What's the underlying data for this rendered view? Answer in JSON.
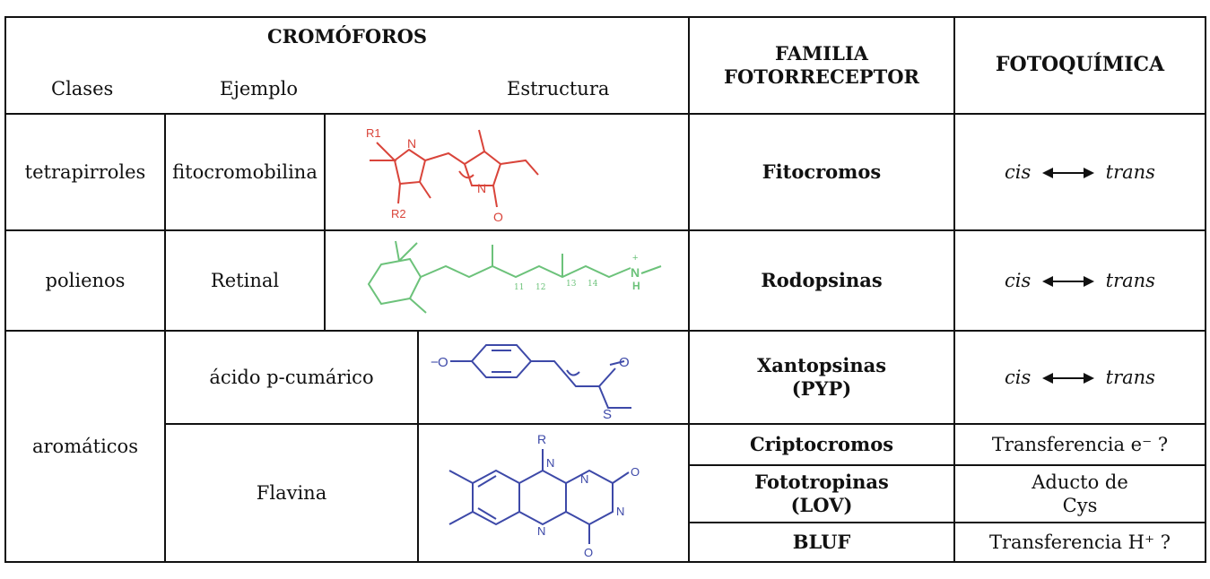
{
  "table": {
    "header": {
      "cromoforos": "CROMÓFOROS",
      "clases": "Clases",
      "ejemplo": "Ejemplo",
      "estructura": "Estructura",
      "familia_line1": "FAMILIA",
      "familia_line2": "FOTORRECEPTOR",
      "fotoquimica": "FOTOQUÍMICA"
    },
    "rows": [
      {
        "clase": "tetrapirroles",
        "ejemplo": "fitocromobilina",
        "familia": "Fitocromos",
        "foto_a": "cis",
        "foto_b": "trans",
        "structure_color": "#d9443a",
        "structure_labels": [
          "R1",
          "N",
          "N",
          "R2",
          "O"
        ]
      },
      {
        "clase": "polienos",
        "ejemplo": "Retinal",
        "familia": "Rodopsinas",
        "foto_a": "cis",
        "foto_b": "trans",
        "structure_color": "#6cc27a",
        "structure_labels": [
          "11",
          "12",
          "13",
          "14",
          "N",
          "H",
          "+"
        ]
      },
      {
        "clase": "aromáticos",
        "ejemplo": "ácido p-cumárico",
        "familia_line1": "Xantopsinas",
        "familia_line2": "(PYP)",
        "foto_a": "cis",
        "foto_b": "trans",
        "structure_color": "#3d49a8",
        "structure_labels": [
          "−",
          "O",
          "O",
          "S"
        ]
      },
      {
        "ejemplo": "Flavina",
        "structure_color": "#3d49a8",
        "structure_labels": [
          "R",
          "N",
          "N",
          "N",
          "N",
          "O",
          "O"
        ],
        "sub": [
          {
            "familia": "Criptocromos",
            "foto": "Transferencia e⁻ ?"
          },
          {
            "familia_line1": "Fototropinas",
            "familia_line2": "(LOV)",
            "foto_line1": "Aducto de",
            "foto_line2": "Cys"
          },
          {
            "familia": "BLUF",
            "foto": "Transferencia H⁺ ?"
          }
        ]
      }
    ]
  }
}
